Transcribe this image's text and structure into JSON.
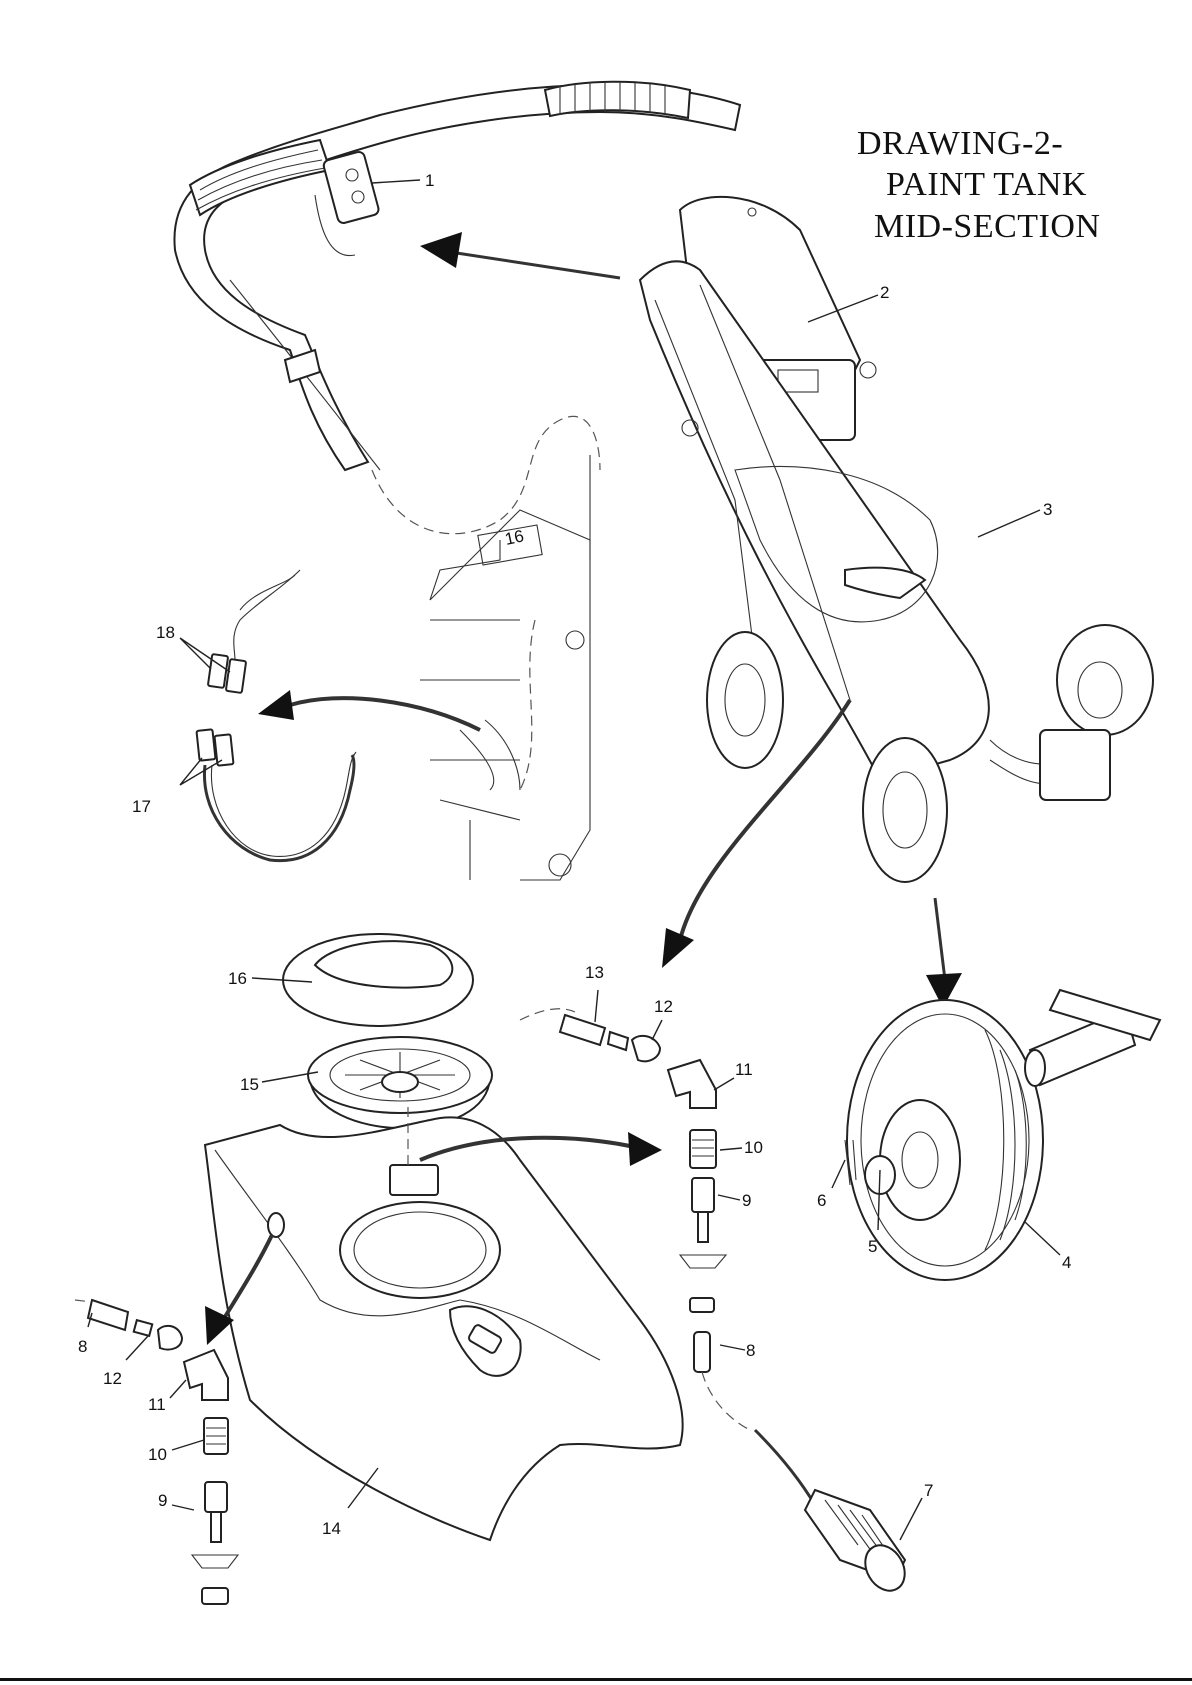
{
  "drawing": {
    "title_line1": "DRAWING-2-",
    "title_line2": "PAINT TANK",
    "title_line3": "MID-SECTION"
  },
  "callouts": [
    "1",
    "2",
    "3",
    "4",
    "5",
    "6",
    "7",
    "8",
    "8",
    "9",
    "9",
    "10",
    "10",
    "11",
    "11",
    "12",
    "12",
    "13",
    "14",
    "15",
    "16",
    "16",
    "17",
    "18"
  ],
  "icon_names": [
    "handle-assembly-icon",
    "cart-frame-icon",
    "wheel-assembly-icon",
    "tank-body-icon",
    "tank-lid-icon",
    "strainer-basket-icon",
    "fitting-stack-icon",
    "suction-strainer-icon",
    "wire-connector-icon"
  ]
}
